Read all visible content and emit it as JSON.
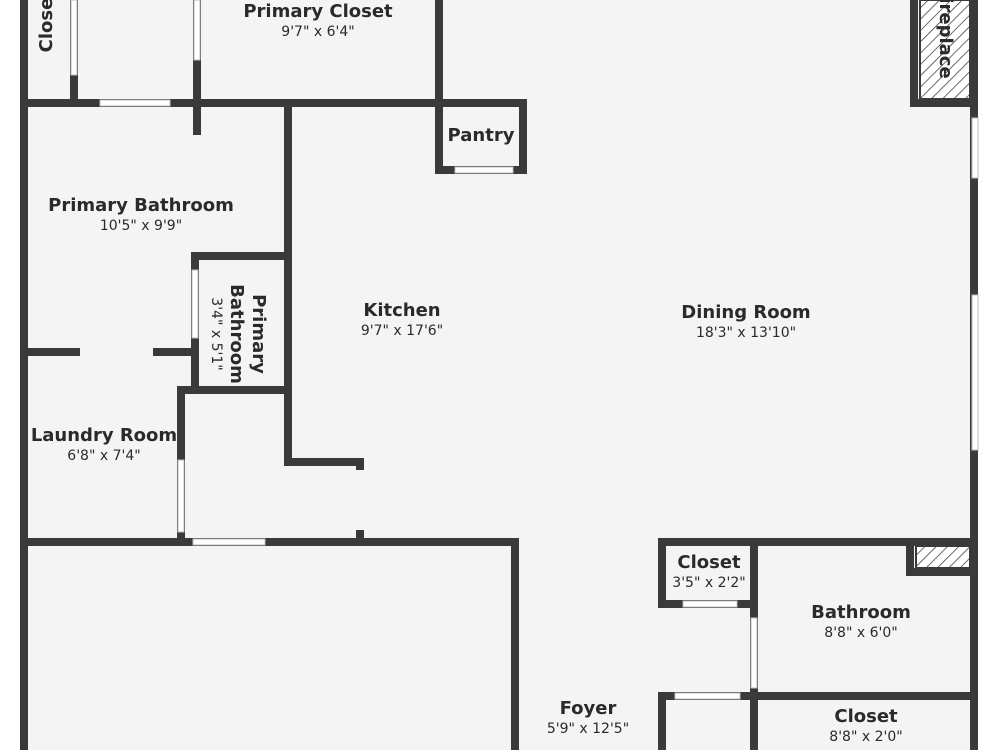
{
  "rooms": {
    "closet_top_left": {
      "name": "Close"
    },
    "primary_closet": {
      "name": "Primary Closet",
      "dim": "9'7\" x 6'4\""
    },
    "fireplace": {
      "name": "ireplace"
    },
    "pantry": {
      "name": "Pantry"
    },
    "primary_bathroom": {
      "name": "Primary Bathroom",
      "dim": "10'5\" x 9'9\""
    },
    "primary_bathroom_small": {
      "name_line1": "Primary",
      "name_line2": "Bathroom",
      "dim": "3'4\" x 5'1\""
    },
    "kitchen": {
      "name": "Kitchen",
      "dim": "9'7\" x 17'6\""
    },
    "dining_room": {
      "name": "Dining Room",
      "dim": "18'3\" x 13'10\""
    },
    "laundry_room": {
      "name": "Laundry Room",
      "dim": "6'8\" x 7'4\""
    },
    "closet_small": {
      "name": "Closet",
      "dim": "3'5\" x 2'2\""
    },
    "bathroom": {
      "name": "Bathroom",
      "dim": "8'8\" x 6'0\""
    },
    "foyer": {
      "name": "Foyer",
      "dim": "5'9\" x 12'5\""
    },
    "closet_bottom": {
      "name": "Closet",
      "dim": "8'8\" x 2'0\""
    }
  },
  "colors": {
    "wall": "#3a3a3a",
    "floor": "#f4f4f4",
    "background": "#ffffff"
  }
}
